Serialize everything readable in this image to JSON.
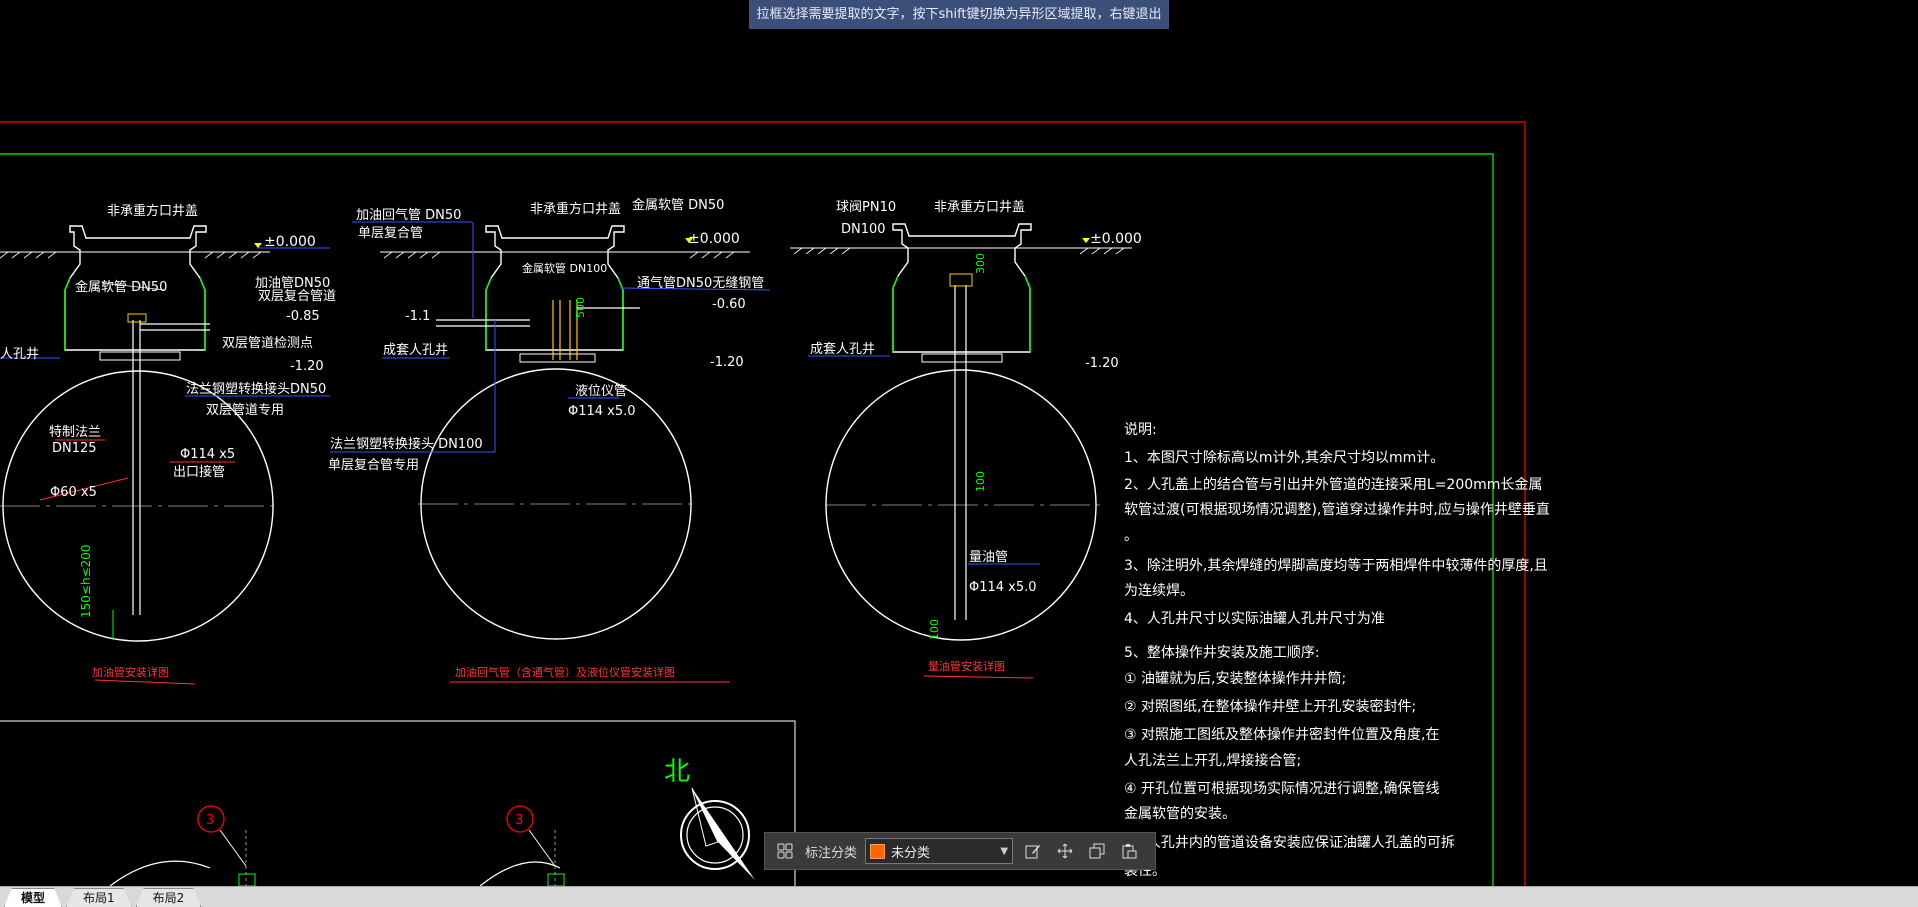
{
  "hint_banner": "拉框选择需要提取的文字，按下shift键切换为异形区域提取，右键退出",
  "drawing": {
    "tank1": {
      "cover_label": "非承重方口井盖",
      "level": "±0.000",
      "labels": [
        "金属软管 DN50",
        "加油管DN50",
        "双层复合管道",
        "-0.85",
        "双层管道检测点",
        "-1.20",
        "法兰钢塑转换接头DN50",
        "双层管道专用",
        "特制法兰",
        "DN125",
        "Φ114 x5",
        "出口接管",
        "Φ60 x5",
        "150≤h≤200",
        "人孔井"
      ],
      "caption": "加油管安装详图"
    },
    "tank2": {
      "cover_label": "非承重方口井盖",
      "level": "±0.000",
      "labels": [
        "加油回气管 DN50",
        "单层复合管",
        "金属软管 DN50",
        "金属软管 DN100",
        "通气管DN50无缝钢管",
        "-0.60",
        "-1.1",
        "成套人孔井",
        "-1.20",
        "液位仪管",
        "Φ114 x5.0",
        "法兰钢塑转换接头 DN100",
        "单层复合管专用",
        "500"
      ],
      "caption": "加油回气管（含通气管）及液位仪管安装详图"
    },
    "tank3": {
      "cover_label": "非承重方口井盖",
      "level": "±0.000",
      "labels": [
        "球阀PN10",
        "DN100",
        "成套人孔井",
        "-1.20",
        "量油管",
        "Φ114 x5.0",
        "300",
        "100",
        "100"
      ],
      "caption": "量油管安装详图"
    },
    "notes": {
      "title": "说明:",
      "lines": [
        "1、本图尺寸除标高以m计外,其余尺寸均以mm计。",
        "2、人孔盖上的结合管与引出井外管道的连接采用L=200mm长金属",
        "软管过渡(可根据现场情况调整),管道穿过操作井时,应与操作井壁垂直",
        "。",
        "3、除注明外,其余焊缝的焊脚高度均等于两相焊件中较薄件的厚度,且",
        "为连续焊。",
        "4、人孔井尺寸以实际油罐人孔井尺寸为准",
        "5、整体操作井安装及施工顺序:",
        "  ① 油罐就为后,安装整体操作井井筒;",
        "  ② 对照图纸,在整体操作井壁上开孔安装密封件;",
        "  ③ 对照施工图纸及整体操作井密封件位置及角度,在",
        "人孔法兰上开孔,焊接接合管;",
        "  ④ 开孔位置可根据现场实际情况进行调整,确保管线",
        "金属软管的安装。",
        "6、人孔井内的管道设备安装应保证油罐人孔盖的可拆",
        "装性。"
      ]
    },
    "north_label": "北",
    "callouts": [
      "3",
      "3"
    ]
  },
  "toolbar": {
    "label": "标注分类",
    "selected": "未分类",
    "icons": [
      "grid-icon",
      "edit-icon",
      "move-icon",
      "copy-icon",
      "paste-icon"
    ]
  },
  "tabs": [
    "模型",
    "布局1",
    "布局2"
  ],
  "colors": {
    "background": "#000000",
    "frame_red": "#ff0000",
    "frame_green": "#00ff00",
    "leader_blue": "#3355ff",
    "level_yellow": "#ffff00",
    "accent_orange": "#ff6600"
  }
}
